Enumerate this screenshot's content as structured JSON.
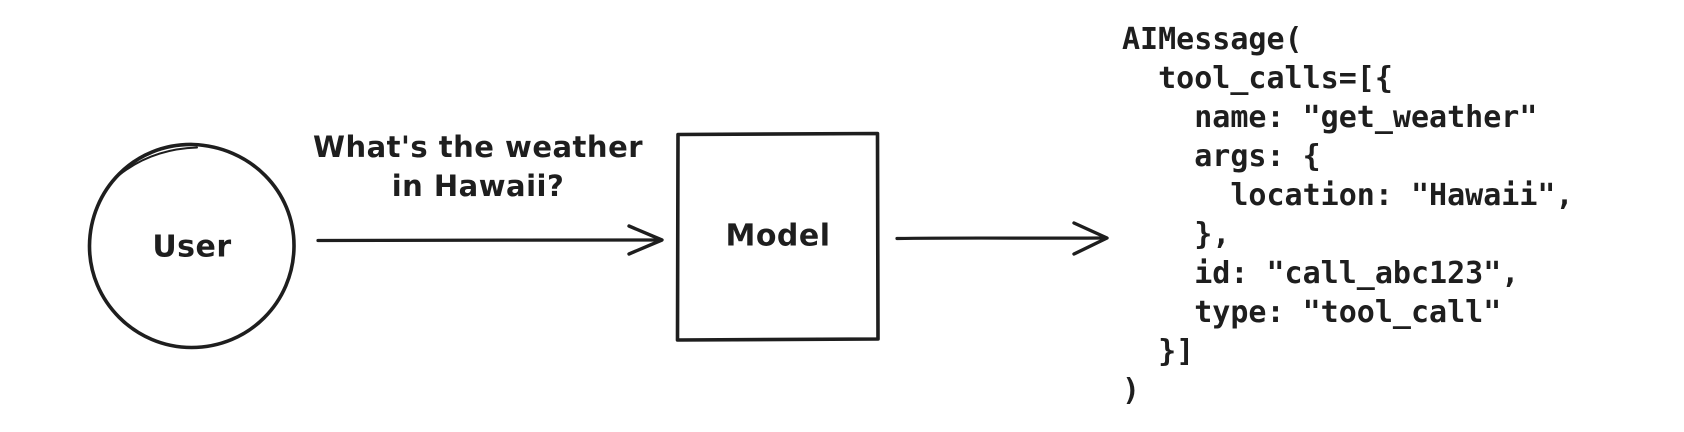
{
  "canvas": {
    "background": "#ffffff",
    "ink_color": "#1e1e1e"
  },
  "user_node": {
    "label": "User"
  },
  "request_message": {
    "text": "What's the weather\nin Hawaii?"
  },
  "model_node": {
    "label": "Model"
  },
  "output": {
    "code": "AIMessage(\n  tool_calls=[{\n    name: \"get_weather\"\n    args: {\n      location: \"Hawaii\",\n    },\n    id: \"call_abc123\",\n    type: \"tool_call\"\n  }]\n)"
  }
}
